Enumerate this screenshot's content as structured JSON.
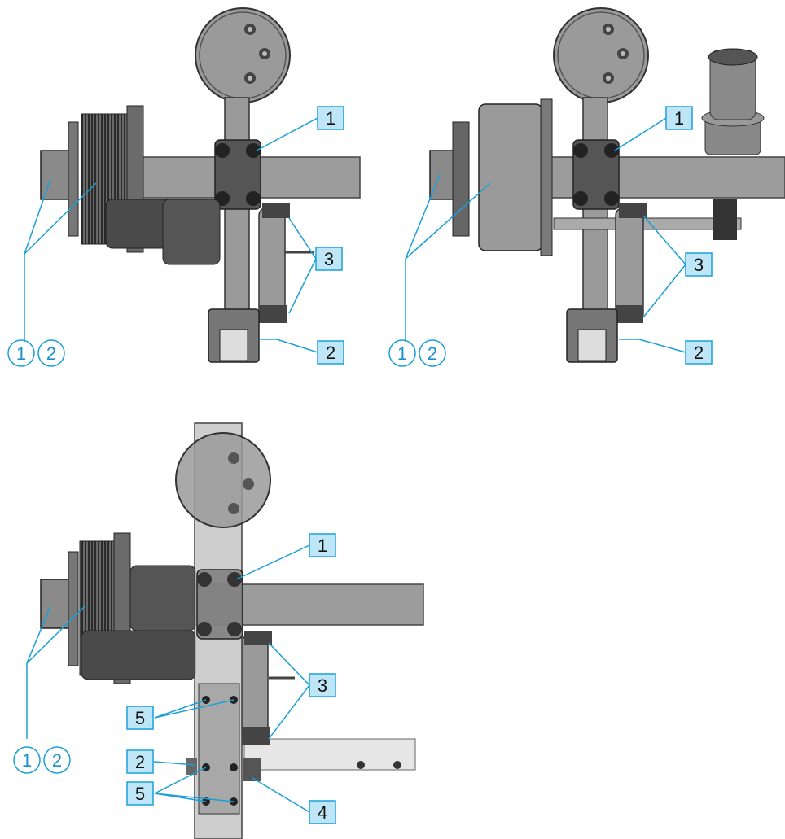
{
  "colors": {
    "leader": "#1aa0d8",
    "label_fill": "#bfe6f7",
    "label_stroke": "#1aa0d8",
    "part_dark": "#3a3a3a",
    "part_mid": "#8a8a8a",
    "part_light": "#bdbdbd",
    "beam": "#9a9a9a"
  },
  "icons": {
    "square_label": "callout-square",
    "circle_label": "callout-circle"
  },
  "panels": [
    {
      "id": "top-left",
      "squares": [
        {
          "text": "1"
        },
        {
          "text": "3"
        },
        {
          "text": "2"
        }
      ],
      "circles": [
        "1",
        "2"
      ]
    },
    {
      "id": "top-right",
      "squares": [
        {
          "text": "1"
        },
        {
          "text": "3"
        },
        {
          "text": "2"
        }
      ],
      "circles": [
        "1",
        "2"
      ]
    },
    {
      "id": "bottom",
      "squares": [
        {
          "text": "1"
        },
        {
          "text": "3"
        },
        {
          "text": "5"
        },
        {
          "text": "2"
        },
        {
          "text": "5"
        },
        {
          "text": "4"
        }
      ],
      "circles": [
        "1",
        "2"
      ]
    }
  ]
}
